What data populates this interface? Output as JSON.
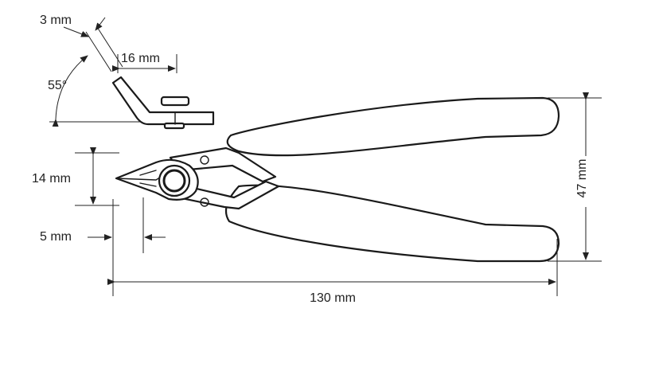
{
  "dimensions": {
    "tip_thickness": "3 mm",
    "tip_angle": "55°",
    "jaw_width": "16 mm",
    "head_height": "14 mm",
    "tip_length": "5 mm",
    "handle_span": "47 mm",
    "overall_length": "130 mm"
  },
  "colors": {
    "line": "#1a1a1a",
    "background": "#ffffff"
  }
}
